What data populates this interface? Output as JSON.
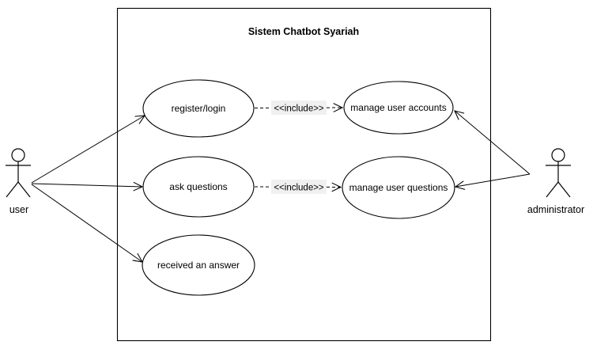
{
  "diagram": {
    "title": "Sistem Chatbot Syariah",
    "kind": "uml-use-case-diagram"
  },
  "actors": [
    {
      "id": "user",
      "label": "user",
      "side": "left"
    },
    {
      "id": "administrator",
      "label": "administrator",
      "side": "right"
    }
  ],
  "use_cases": [
    {
      "id": "register-login",
      "label": "register/login"
    },
    {
      "id": "ask-questions",
      "label": "ask questions"
    },
    {
      "id": "received-an-answer",
      "label": "received an answer"
    },
    {
      "id": "manage-user-accounts",
      "label": "manage user accounts"
    },
    {
      "id": "manage-user-questions",
      "label": "manage user questions"
    }
  ],
  "includes": [
    {
      "label": "<<include>>",
      "from": "register/login",
      "to": "manage user accounts"
    },
    {
      "label": "<<include>>",
      "from": "ask questions",
      "to": "manage user questions"
    }
  ],
  "associations": [
    {
      "from": "user",
      "to": "register/login"
    },
    {
      "from": "user",
      "to": "ask questions"
    },
    {
      "from": "user",
      "to": "received an answer"
    },
    {
      "from": "administrator",
      "to": "manage user accounts"
    },
    {
      "from": "administrator",
      "to": "manage user questions"
    }
  ],
  "colors": {
    "stroke": "#000000",
    "background": "#ffffff",
    "include_label_bg": "#f0f0f0"
  }
}
